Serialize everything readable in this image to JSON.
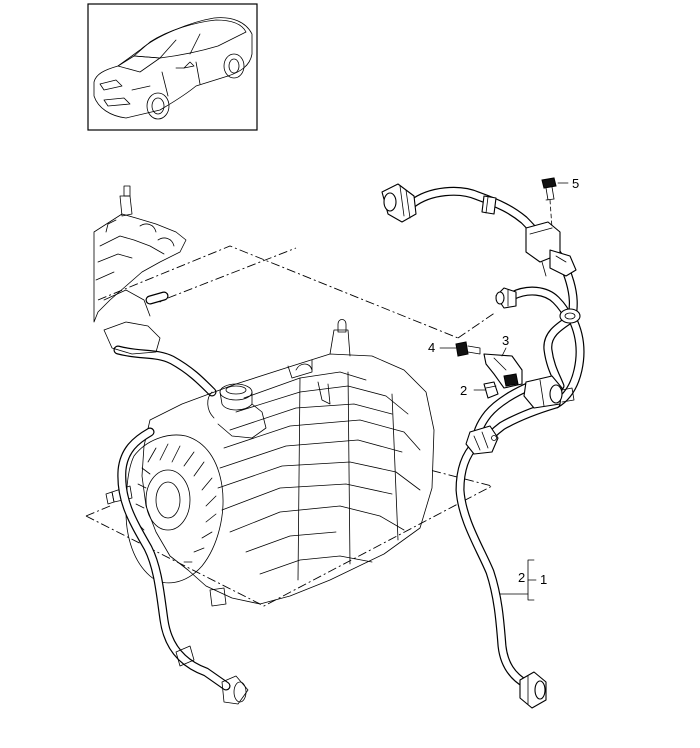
{
  "callouts": {
    "c1": "1",
    "c2a": "2",
    "c2b": "2",
    "c3": "3",
    "c4": "4",
    "c5": "5"
  },
  "icons": {
    "vehicle": "car-thumbnail-icon"
  }
}
